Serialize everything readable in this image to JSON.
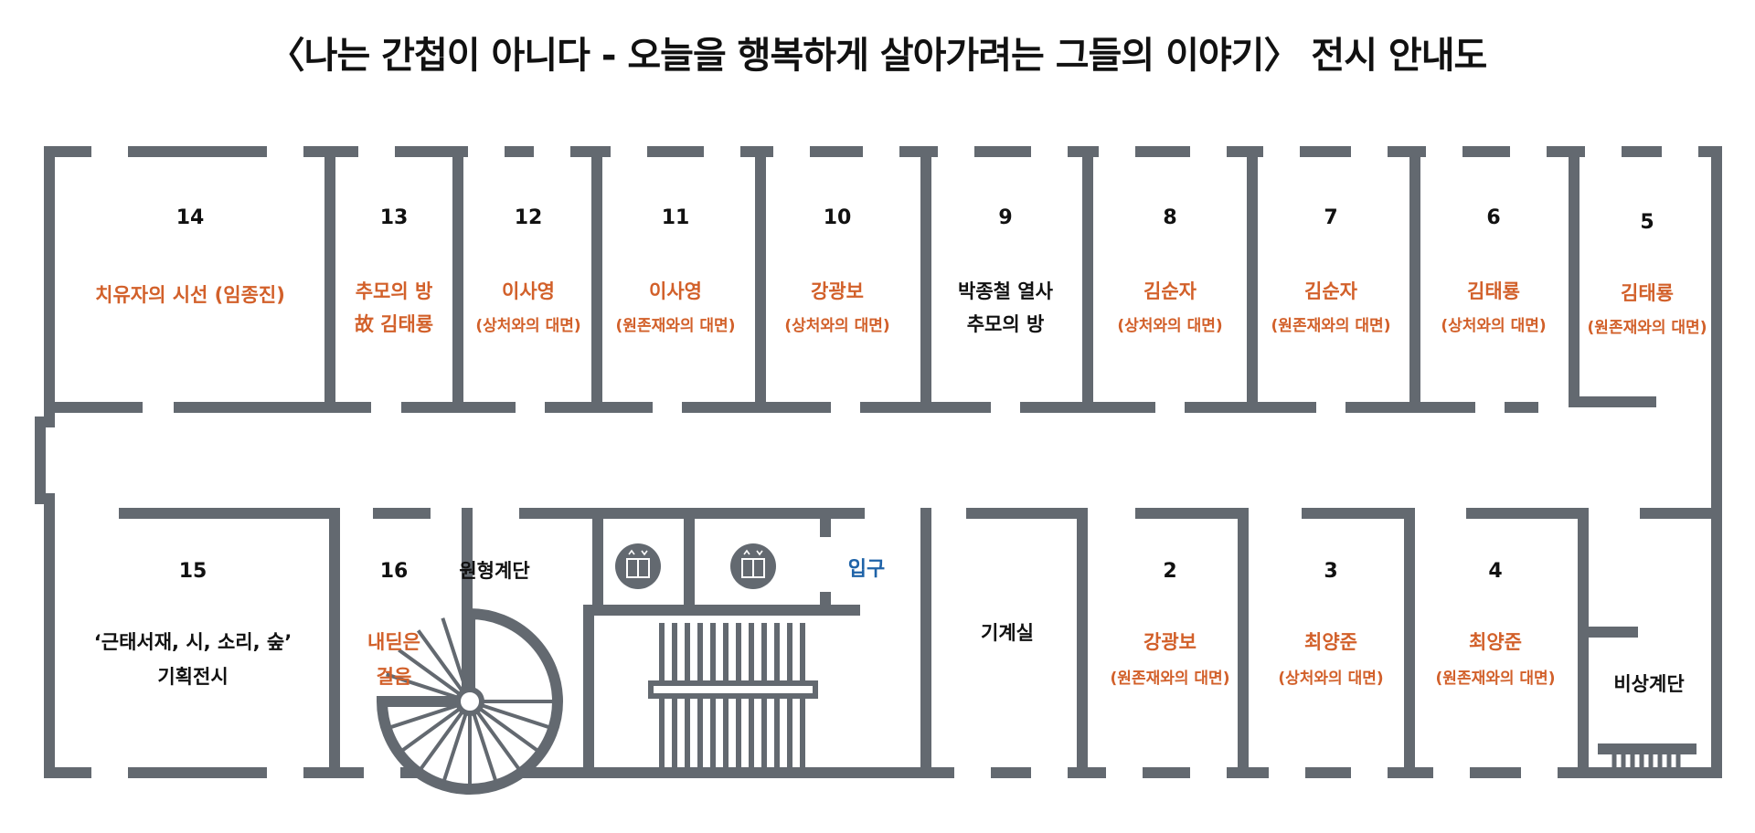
{
  "title": "〈나는 간첩이 아니다 - 오늘을 행복하게 살아가려는 그들의 이야기〉 전시 안내도",
  "colors": {
    "wall": "#636970",
    "accent": "#d2602a",
    "text": "#111111",
    "entrance": "#1f63a8",
    "icon_bg": "#636970"
  },
  "rooms": [
    {
      "number": "14",
      "line1": "치유자의 시선 (임종진)",
      "line2": "",
      "style": "accent"
    },
    {
      "number": "13",
      "line1": "추모의 방",
      "line2": "故 김태룡",
      "style": "accent"
    },
    {
      "number": "12",
      "line1": "이사영",
      "line2": "(상처와의 대면)",
      "style": "accent"
    },
    {
      "number": "11",
      "line1": "이사영",
      "line2": "(원존재와의 대면)",
      "style": "accent"
    },
    {
      "number": "10",
      "line1": "강광보",
      "line2": "(상처와의 대면)",
      "style": "accent"
    },
    {
      "number": "9",
      "line1": "박종철 열사",
      "line2": "추모의 방",
      "style": "dark"
    },
    {
      "number": "8",
      "line1": "김순자",
      "line2": "(상처와의 대면)",
      "style": "accent"
    },
    {
      "number": "7",
      "line1": "김순자",
      "line2": "(원존재와의 대면)",
      "style": "accent"
    },
    {
      "number": "6",
      "line1": "김태룡",
      "line2": "(상처와의 대면)",
      "style": "accent"
    },
    {
      "number": "5",
      "line1": "김태룡",
      "line2": "(원존재와의 대면)",
      "style": "accent"
    },
    {
      "number": "15",
      "line1": "‘근태서재, 시, 소리, 숲’",
      "line2": "기획전시",
      "style": "dark"
    },
    {
      "number": "16",
      "line1": "내딛은",
      "line2": "걸음",
      "style": "accent"
    },
    {
      "number": "2",
      "line1": "강광보",
      "line2": "(원존재와의 대면)",
      "style": "accent"
    },
    {
      "number": "3",
      "line1": "최양준",
      "line2": "(상처와의 대면)",
      "style": "accent"
    },
    {
      "number": "4",
      "line1": "최양준",
      "line2": "(원존재와의 대면)",
      "style": "accent"
    }
  ],
  "facilities": {
    "spiral_stairs": "원형계단",
    "entrance": "입구",
    "machine_room": "기계실",
    "emergency_stairs": "비상계단"
  },
  "icons": [
    "elevator-icon",
    "elevator-icon"
  ]
}
